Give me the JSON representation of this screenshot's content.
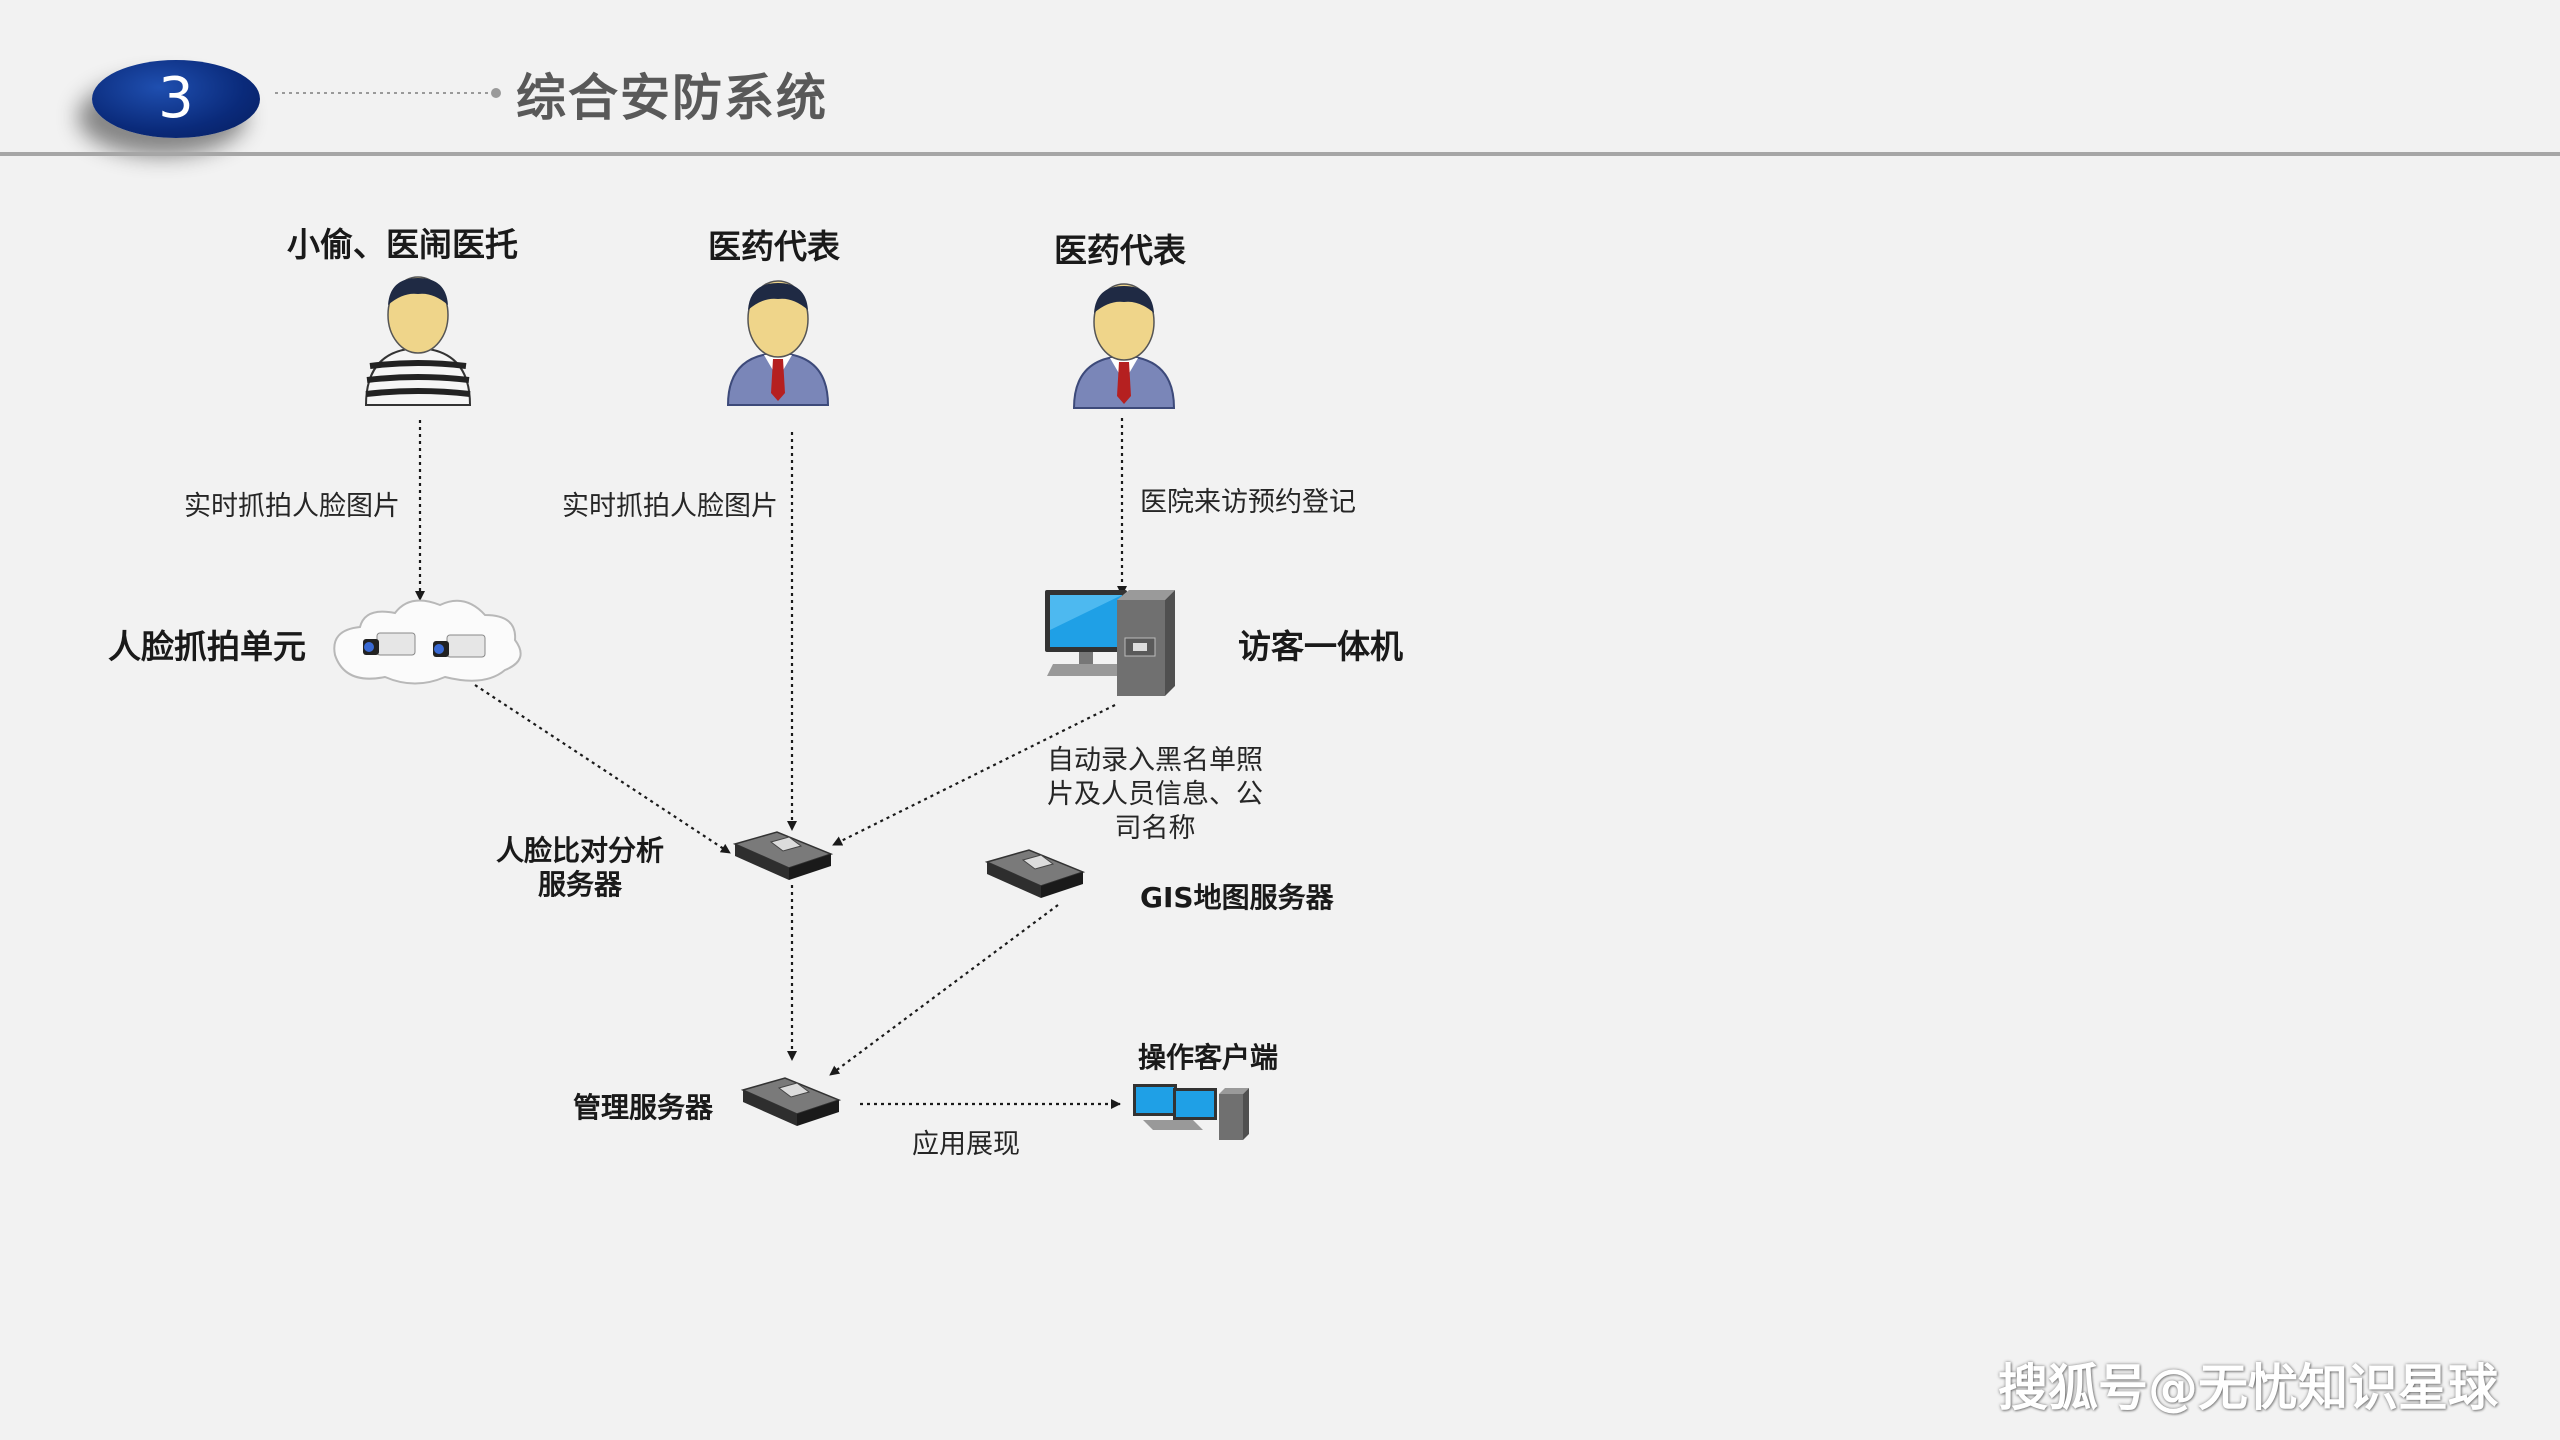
{
  "header": {
    "section_number": "3",
    "title": "综合安防系统"
  },
  "actors": [
    {
      "label": "小偷、医闹医托"
    },
    {
      "label": "医药代表"
    },
    {
      "label": "医药代表"
    }
  ],
  "nodes": {
    "face_capture_unit": "人脸抓拍单元",
    "visitor_kiosk": "访客一体机",
    "face_analysis_server_line1": "人脸比对分析",
    "face_analysis_server_line2": "服务器",
    "gis_server": "GIS地图服务器",
    "management_server": "管理服务器",
    "operator_client": "操作客户端"
  },
  "edges": {
    "capture_1": "实时抓拍人脸图片",
    "capture_2": "实时抓拍人脸图片",
    "visit_booking": "医院来访预约登记",
    "blacklist_line1": "自动录入黑名单照",
    "blacklist_line2": "片及人员信息、公",
    "blacklist_line3": "司名称",
    "app_display": "应用展现"
  },
  "watermark": "搜狐号@无忧知识星球",
  "colors": {
    "badge": "#0a2a7a",
    "background": "#f2f2f2",
    "rule": "#a6a6a6",
    "title": "#595959"
  }
}
